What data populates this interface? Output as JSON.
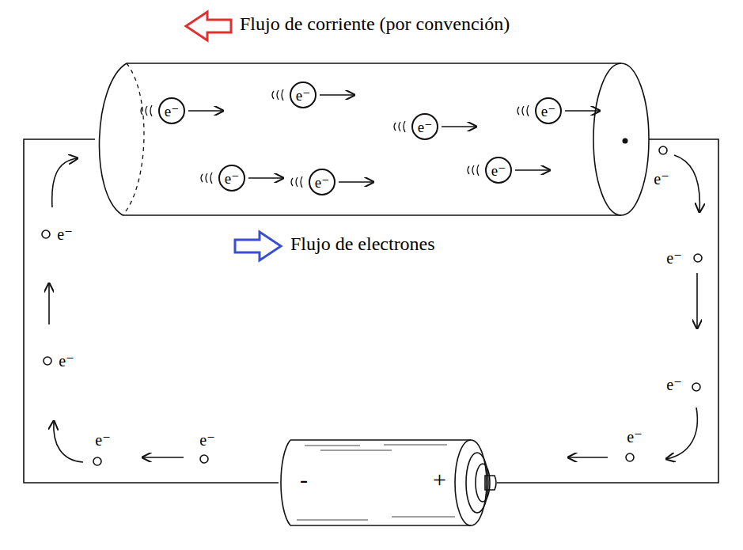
{
  "diagram": {
    "nodes": [
      {
        "text": [
          "e⁻"
        ]
      },
      {
        "text": [
          "e⁻"
        ]
      },
      {
        "text": [
          "e⁻"
        ]
      },
      {
        "text": [
          "e⁻"
        ]
      },
      {
        "text": [
          "e⁻"
        ]
      },
      {
        "text": [
          "e⁻"
        ]
      },
      {
        "text": [
          "e⁻"
        ]
      },
      {
        "text": [
          "-",
          "+"
        ]
      }
    ],
    "labels": [
      "Flujo de corriente (por convención)",
      "Flujo de electrones",
      "e⁻",
      "e⁻",
      "e⁻",
      "e⁻",
      "e⁻",
      "e⁻",
      "e⁻",
      "e⁻"
    ]
  }
}
